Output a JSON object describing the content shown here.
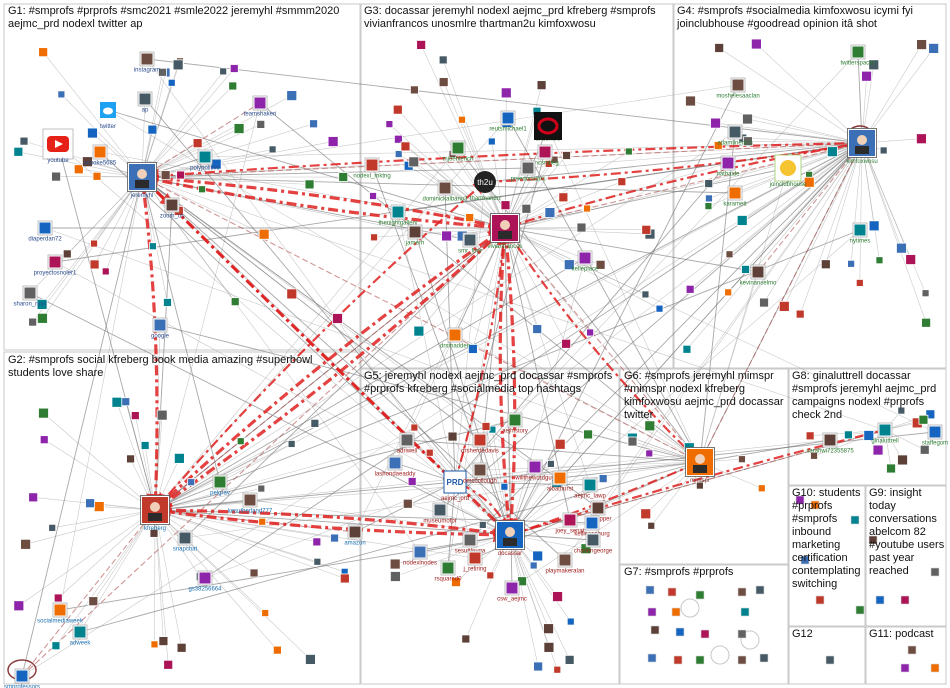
{
  "groups": [
    {
      "id": "G1",
      "title": "G1: #smprofs #prprofs #smc2021 #smle2022 jeremyhl #smmm2020 aejmc_prd nodexl twitter ap"
    },
    {
      "id": "G2",
      "title": "G2: #smprofs social kfreberg book media amazing #superbowl students love share"
    },
    {
      "id": "G3",
      "title": "G3: docassar jeremyhl nodexl aejmc_prd kfreberg #smprofs vivianfrancos unosmlre thartman2u kimfoxwosu"
    },
    {
      "id": "G4",
      "title": "G4: #smprofs #socialmedia kimfoxwosu icymi fyi joinclubhouse #goodread opinion itâ shot"
    },
    {
      "id": "G5",
      "title": "G5: jeremyhl nodexl aejmc_prd docassar #smprofs #prprofs kfreberg #socialmedia top hashtags"
    },
    {
      "id": "G6",
      "title": "G6: #smprofs jeremyhl mimspr #mimspr nodexl kfreberg kimfoxwosu aejmc_prd docassar twitter"
    },
    {
      "id": "G7",
      "title": "G7: #smprofs #prprofs"
    },
    {
      "id": "G8",
      "title": "G8: ginaluttrell docassar #smprofs jeremyhl aejmc_prd campaigns nodexl #prprofs check 2nd"
    },
    {
      "id": "G9",
      "title": "G9: insight today conversations abelcom 82 #youtube users past year reached"
    },
    {
      "id": "G10",
      "title": "G10: students #prprofs #smprofs inbound marketing certification contemplating switching"
    },
    {
      "id": "G11",
      "title": "G11: podcast"
    },
    {
      "id": "G12",
      "title": "G12"
    }
  ],
  "nodes": [
    {
      "label": "jeremyhl",
      "group": "G1",
      "hub": true
    },
    {
      "label": "youtube",
      "group": "G1",
      "icon": "youtube"
    },
    {
      "label": "twitter",
      "group": "G1",
      "icon": "twitter"
    },
    {
      "label": "instagram",
      "group": "G1"
    },
    {
      "label": "ap",
      "group": "G1"
    },
    {
      "label": "teamshakeri",
      "group": "G1"
    },
    {
      "label": "ccooke5685",
      "group": "G1"
    },
    {
      "label": "polypolitive",
      "group": "G1"
    },
    {
      "label": "zoom_us",
      "group": "G1"
    },
    {
      "label": "diaperdan72",
      "group": "G1"
    },
    {
      "label": "proyectosnoler1",
      "group": "G1"
    },
    {
      "label": "sharon_russ",
      "group": "G1"
    },
    {
      "label": "google",
      "group": "G1"
    },
    {
      "label": "kfreberg",
      "group": "G2",
      "hub": true
    },
    {
      "label": "pelgrav",
      "group": "G2"
    },
    {
      "label": "kesutherland777",
      "group": "G2"
    },
    {
      "label": "snapchat",
      "group": "G2"
    },
    {
      "label": "gs38256664",
      "group": "G2"
    },
    {
      "label": "socialmediaweek",
      "group": "G2"
    },
    {
      "label": "adweek",
      "group": "G2"
    },
    {
      "label": "amazon",
      "group": "G2"
    },
    {
      "label": "smprofessors",
      "group": "G2"
    },
    {
      "label": "vivianfrancos",
      "group": "G3",
      "hub": true
    },
    {
      "label": "unosmlre",
      "group": "G3"
    },
    {
      "label": "thartman2u",
      "group": "G3",
      "icon": "th2u"
    },
    {
      "label": "nodexl_mktng",
      "group": "G3"
    },
    {
      "label": "mjoehlerich",
      "group": "G3"
    },
    {
      "label": "dominickalbano3",
      "group": "G3"
    },
    {
      "label": "smr_four",
      "group": "G3"
    },
    {
      "label": "kelleplace",
      "group": "G3"
    },
    {
      "label": "drsmadden",
      "group": "G3"
    },
    {
      "label": "thenightgallery",
      "group": "G3"
    },
    {
      "label": "jamerh",
      "group": "G3"
    },
    {
      "label": "reutsmichael1",
      "group": "G3"
    },
    {
      "label": "uncsmiteg",
      "group": "G3"
    },
    {
      "label": "prseducators",
      "group": "G3"
    },
    {
      "label": "kimfoxwosu",
      "group": "G4",
      "hub": true
    },
    {
      "label": "joinclubhouse",
      "group": "G4",
      "icon": "clap"
    },
    {
      "label": "twitterspaces",
      "group": "G4"
    },
    {
      "label": "moshelesaaclan",
      "group": "G4"
    },
    {
      "label": "adamlinenich",
      "group": "G4"
    },
    {
      "label": "nathaide",
      "group": "G4"
    },
    {
      "label": "karamett",
      "group": "G4"
    },
    {
      "label": "nytimes",
      "group": "G4"
    },
    {
      "label": "kevinanselmo",
      "group": "G4"
    },
    {
      "label": "docassar",
      "group": "G5",
      "hub": true
    },
    {
      "label": "aejmc_prd",
      "group": "G5",
      "icon": "prd"
    },
    {
      "label": "adriwell",
      "group": "G5"
    },
    {
      "label": "lashondaeaddy",
      "group": "G5"
    },
    {
      "label": "drsherdedavis",
      "group": "G5"
    },
    {
      "label": "aejhistory",
      "group": "G5"
    },
    {
      "label": "dmccollough",
      "group": "G5"
    },
    {
      "label": "museumofpr",
      "group": "G5"
    },
    {
      "label": "willthewordguy",
      "group": "G5"
    },
    {
      "label": "albathurst",
      "group": "G5"
    },
    {
      "label": "aejmc_lawp",
      "group": "G5"
    },
    {
      "label": "dpompper",
      "group": "G5"
    },
    {
      "label": "kellieseeburg",
      "group": "G5"
    },
    {
      "label": "joey_senat",
      "group": "G5"
    },
    {
      "label": "sesuttleuga",
      "group": "G5"
    },
    {
      "label": "nodexlnodes",
      "group": "G5"
    },
    {
      "label": "j_retiring",
      "group": "G5"
    },
    {
      "label": "rsquared0",
      "group": "G5"
    },
    {
      "label": "playmakeralan",
      "group": "G5"
    },
    {
      "label": "charlengeorge",
      "group": "G5"
    },
    {
      "label": "csw_aejmc",
      "group": "G5"
    },
    {
      "label": "mimspr",
      "group": "G6",
      "hub": true
    },
    {
      "label": "ginaluttrell",
      "group": "G8"
    },
    {
      "label": "sarahwi72355875",
      "group": "G8"
    },
    {
      "label": "staffegom",
      "group": "G8"
    }
  ]
}
